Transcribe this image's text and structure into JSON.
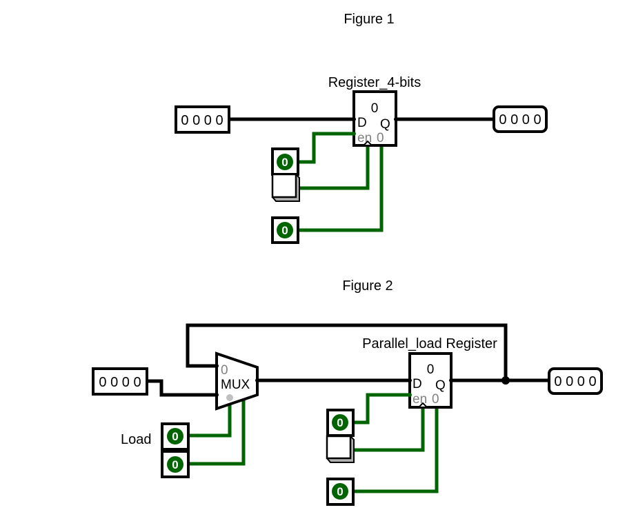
{
  "figure1": {
    "title": "Figure 1",
    "register": {
      "label": "Register_4-bits",
      "value": "0",
      "pin_d": "D",
      "pin_q": "Q",
      "pin_en": "en",
      "pin_reset": "0"
    },
    "input_pin": {
      "value": "0 0 0 0"
    },
    "output_probe": {
      "value": "0 0 0 0"
    },
    "enable_input": {
      "value": "0"
    },
    "clock_button": {
      "label": ""
    },
    "reset_input": {
      "value": "0"
    }
  },
  "figure2": {
    "title": "Figure 2",
    "mux": {
      "label": "MUX",
      "input0_label": "0"
    },
    "register": {
      "label": "Parallel_load Register",
      "value": "0",
      "pin_d": "D",
      "pin_q": "Q",
      "pin_en": "en",
      "pin_reset": "0"
    },
    "input_pin": {
      "value": "0 0 0 0"
    },
    "output_probe": {
      "value": "0 0 0 0"
    },
    "load_label": "Load",
    "load_input": {
      "value": "0"
    },
    "mux_enable_input": {
      "value": "0"
    },
    "enable_input": {
      "value": "0"
    },
    "clock_button": {
      "label": ""
    },
    "reset_input": {
      "value": "0"
    }
  },
  "colors": {
    "wire_bus": "#000000",
    "wire_bit": "#006400",
    "pin_fill": "#006400",
    "pin_gray": "#808080"
  }
}
